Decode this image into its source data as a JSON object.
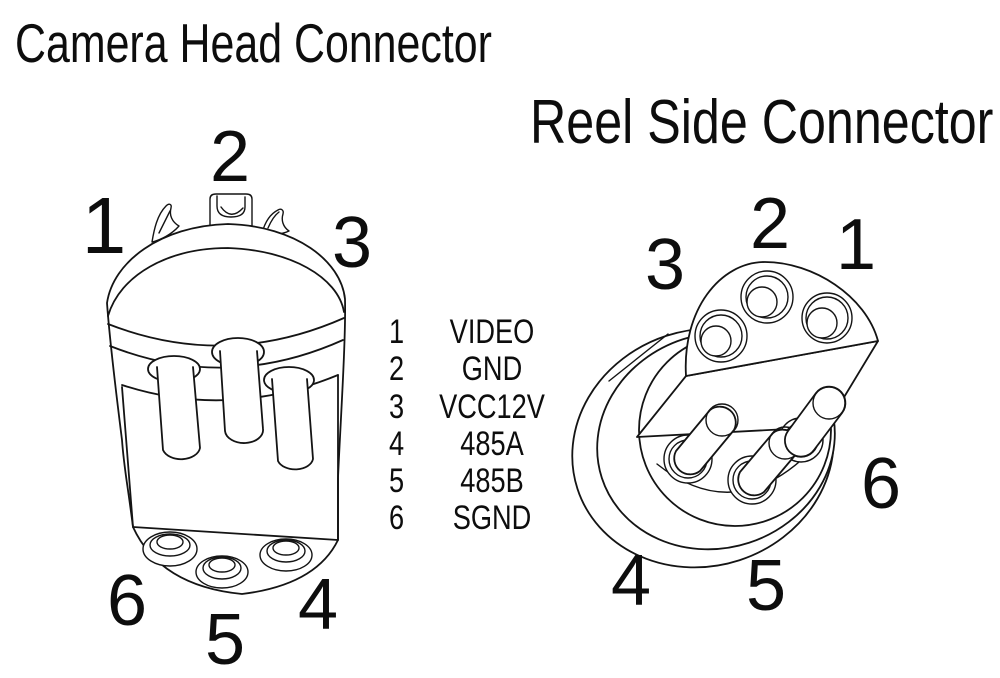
{
  "camera_head": {
    "title": "Camera Head Connector",
    "pin_numbers": [
      "1",
      "2",
      "3",
      "4",
      "5",
      "6"
    ]
  },
  "reel_side": {
    "title": "Reel Side Connector",
    "pin_numbers": [
      "1",
      "2",
      "3",
      "4",
      "5",
      "6"
    ]
  },
  "legend": {
    "rows": [
      {
        "pin": "1",
        "signal": "VIDEO"
      },
      {
        "pin": "2",
        "signal": "GND"
      },
      {
        "pin": "3",
        "signal": "VCC12V"
      },
      {
        "pin": "4",
        "signal": "485A"
      },
      {
        "pin": "5",
        "signal": "485B"
      },
      {
        "pin": "6",
        "signal": "SGND"
      }
    ]
  },
  "colors": {
    "line": "#141414",
    "background": "#ffffff",
    "text": "#0d0d0d"
  }
}
